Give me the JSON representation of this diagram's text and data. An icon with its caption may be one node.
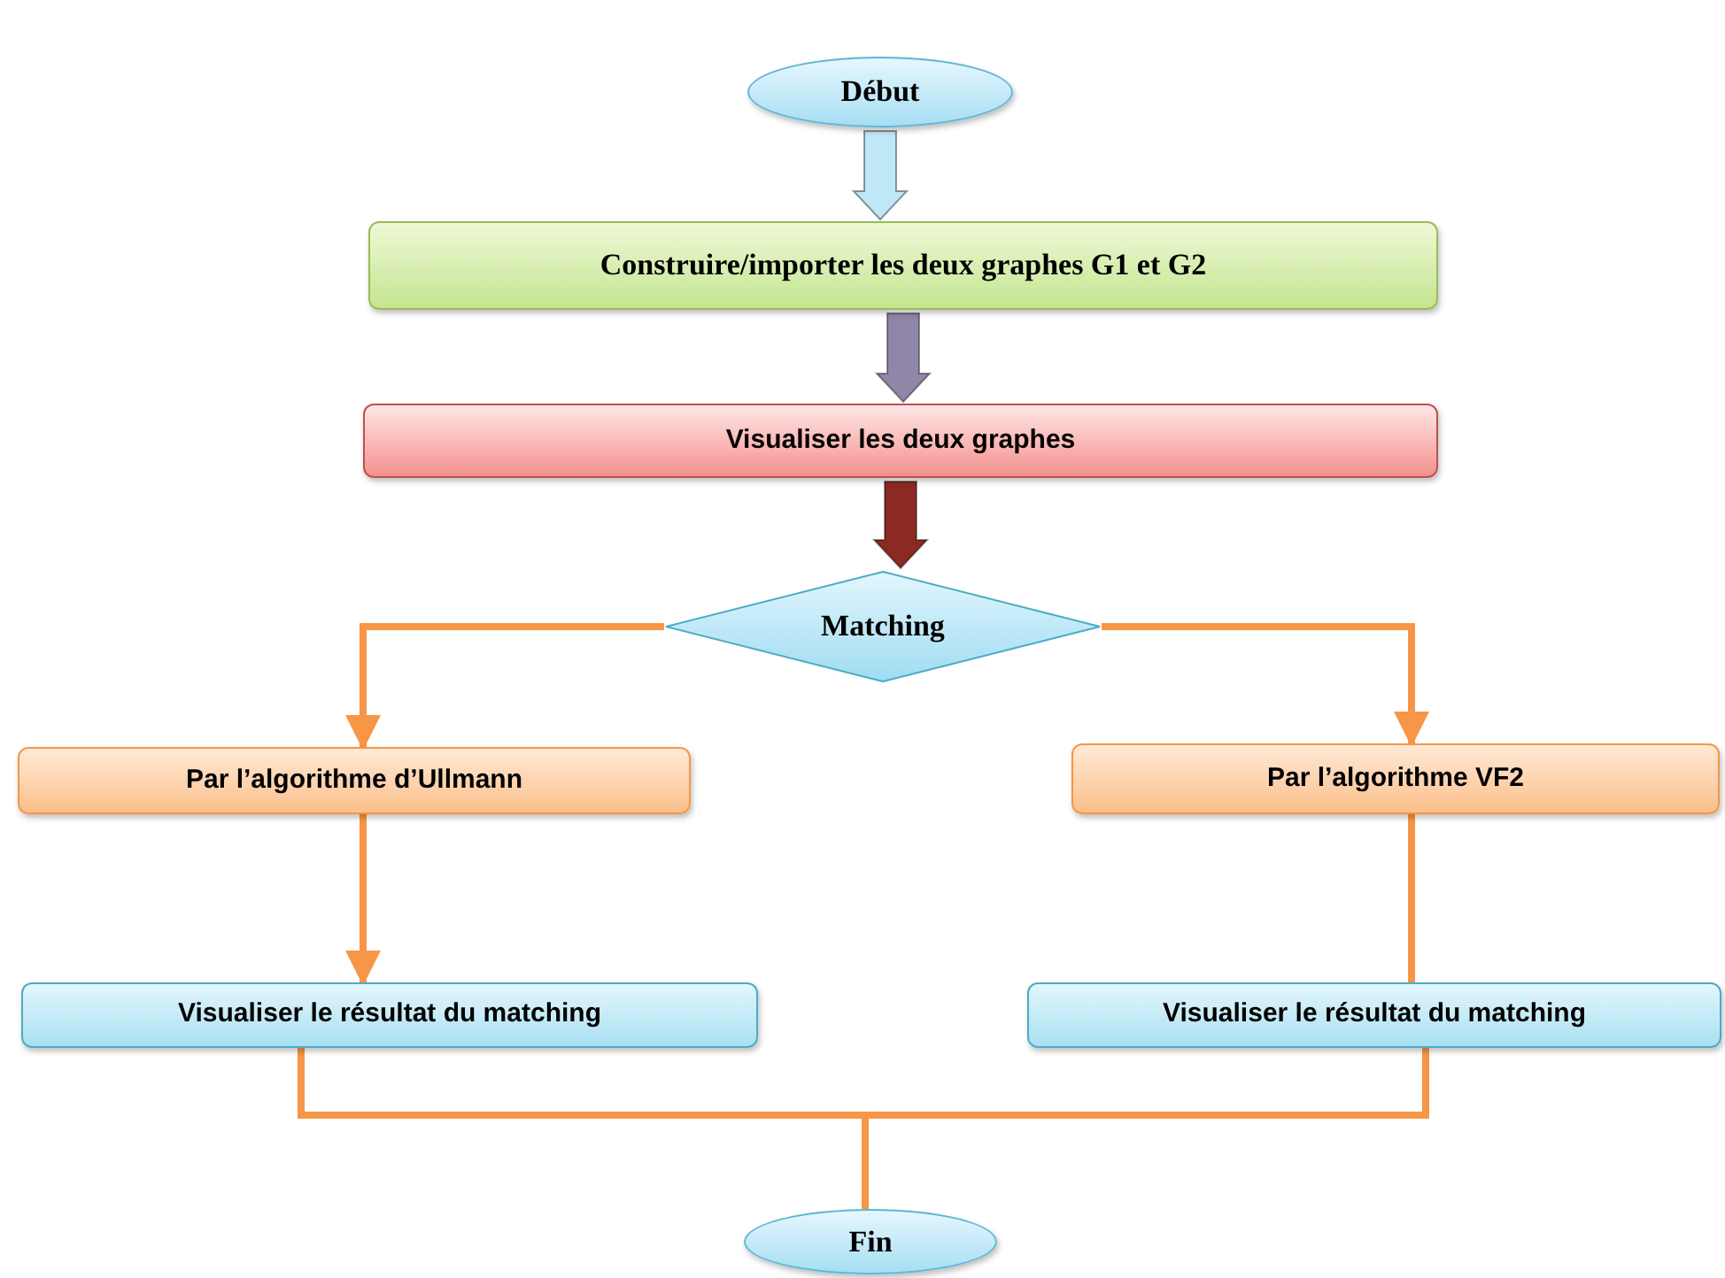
{
  "diagram": {
    "nodes": [
      {
        "text": [
          "Début"
        ]
      },
      {
        "text": [
          "Construire/importer les deux graphes G1 et G2"
        ]
      },
      {
        "text": [
          "Visualiser les deux graphes"
        ]
      },
      {
        "text": [
          "Matching"
        ]
      },
      {
        "text": [
          "Par l’algorithme d’Ullmann"
        ]
      },
      {
        "text": [
          "Par l’algorithme VF2"
        ]
      },
      {
        "text": [
          "Visualiser le résultat du matching"
        ]
      },
      {
        "text": [
          "Visualiser le résultat du matching"
        ]
      },
      {
        "text": [
          "Fin"
        ]
      }
    ],
    "edges": [
      {
        "from": 0,
        "to": 1,
        "arrow": "to",
        "style": "thick",
        "color": "#bfe8f7"
      },
      {
        "from": 1,
        "to": 2,
        "arrow": "to",
        "style": "thick",
        "color": "#8f86a8"
      },
      {
        "from": 2,
        "to": 3,
        "arrow": "to",
        "style": "thick",
        "color": "#8b2a22"
      },
      {
        "from": 3,
        "to": 4,
        "arrow": "to"
      },
      {
        "from": 3,
        "to": 5,
        "arrow": "to"
      },
      {
        "from": 4,
        "to": 6,
        "arrow": "to"
      },
      {
        "from": 5,
        "to": 7,
        "arrow": "none"
      },
      {
        "from": 6,
        "to": 8,
        "arrow": "none"
      },
      {
        "from": 7,
        "to": 8,
        "arrow": "none"
      }
    ]
  }
}
